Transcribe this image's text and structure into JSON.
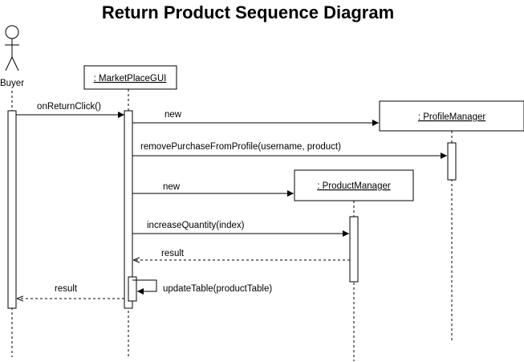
{
  "title": "Return Product Sequence Diagram",
  "actor": {
    "name": "Buyer"
  },
  "objects": {
    "gui": ": MarketPlaceGUI",
    "profile_manager": ": ProfileManager",
    "product_manager": ": ProductManager"
  },
  "messages": {
    "on_return_click": "onReturnClick()",
    "new_profile_manager": "new",
    "remove_purchase": "removePurchaseFromProfile(username, product)",
    "new_product_manager": "new",
    "increase_quantity": "increaseQuantity(index)",
    "result_from_product_manager": "result",
    "update_table": "updateTable(productTable)",
    "result_to_buyer": "result"
  }
}
